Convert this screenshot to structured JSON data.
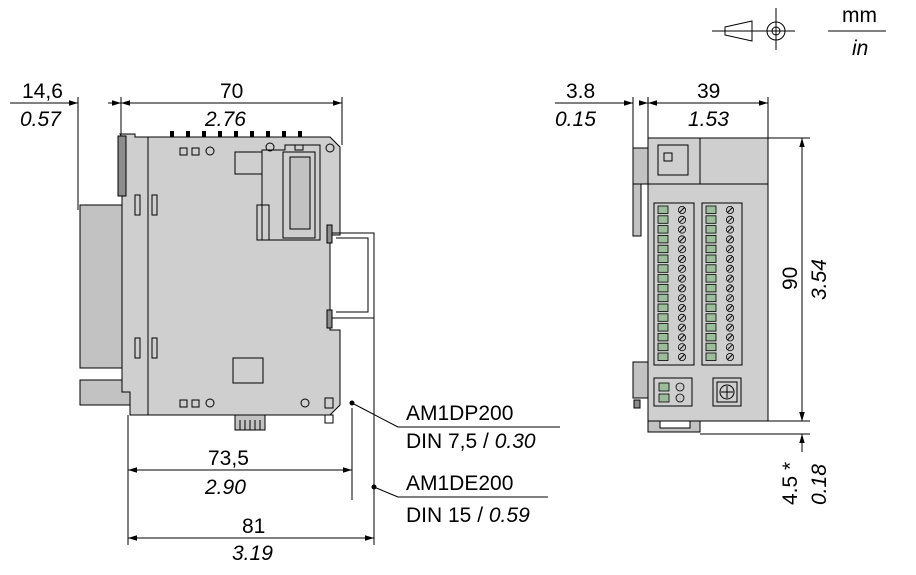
{
  "symbols": {
    "projection": "third-angle-projection-icon",
    "unit_mm": "mm",
    "unit_in": "in"
  },
  "side_view": {
    "dim_offset": {
      "mm": "14,6",
      "in": "0.57"
    },
    "dim_width": {
      "mm": "70",
      "in": "2.76"
    },
    "dim_rail1": {
      "mm": "73,5",
      "in": "2.90"
    },
    "dim_rail2": {
      "mm": "81",
      "in": "3.19"
    }
  },
  "front_view": {
    "dim_offset": {
      "mm": "3.8",
      "in": "0.15"
    },
    "dim_width": {
      "mm": "39",
      "in": "1.53"
    },
    "dim_height": {
      "mm": "90",
      "in": "3.54"
    },
    "dim_bottom": {
      "mm": "4.5 *",
      "in": "0.18"
    }
  },
  "callouts": {
    "am1dp200": {
      "ref": "AM1DP200",
      "din": "DIN 7,5 / ",
      "din_in": "0.30"
    },
    "am1de200": {
      "ref": "AM1DE200",
      "din": "DIN 15 / ",
      "din_in": "0.59"
    }
  }
}
